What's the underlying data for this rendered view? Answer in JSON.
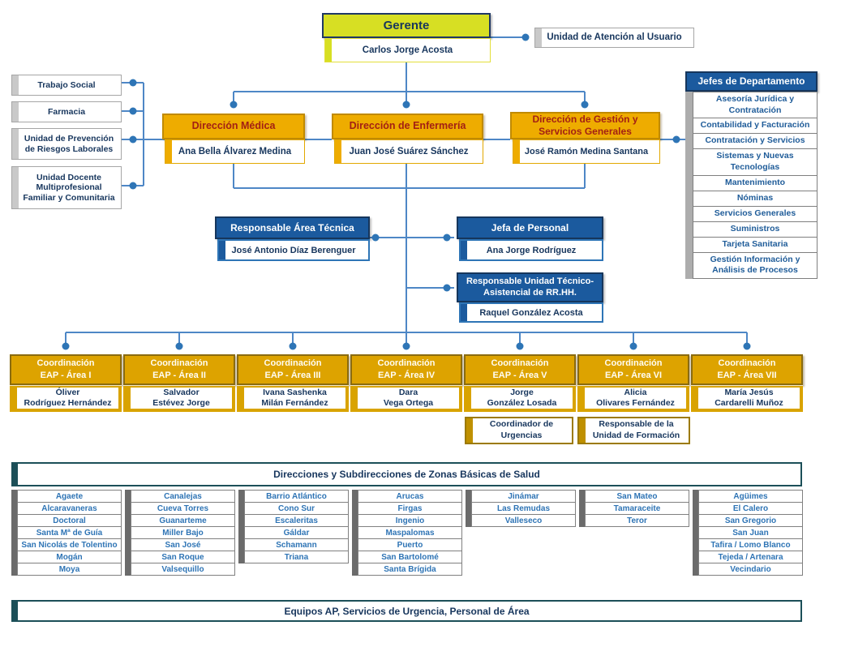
{
  "palette": {
    "lime": "#D7DF23",
    "gold": "#EEAC00",
    "gold_dark": "#8A6B10",
    "navy_text": "#17365D",
    "blue_header": "#1B5A9E",
    "red_title": "#A32014",
    "connector_blue": "#4E87C6",
    "teal_border": "#1C4F58",
    "zone_text_blue": "#2E74B5"
  },
  "gerente": {
    "title": "Gerente",
    "name": "Carlos Jorge Acosta"
  },
  "unidad_atencion": {
    "label": "Unidad de Atención al Usuario"
  },
  "unidades_staff_izquierda": [
    "Trabajo Social",
    "Farmacia",
    "Unidad de Prevención de Riesgos Laborales",
    "Unidad Docente Multiprofesional Familiar y Comunitaria"
  ],
  "direcciones": [
    {
      "title": "Dirección Médica",
      "name": "Ana Bella Álvarez Medina"
    },
    {
      "title": "Dirección de Enfermería",
      "name": "Juan José Suárez Sánchez"
    },
    {
      "title": "Dirección de Gestión y Servicios Generales",
      "name": "José Ramón Medina Santana"
    }
  ],
  "jefes_departamento": {
    "title": "Jefes de Departamento",
    "items": [
      "Asesoría Jurídica y Contratación",
      "Contabilidad y Facturación",
      "Contratación y Servicios",
      "Sistemas y Nuevas Tecnologías",
      "Mantenimiento",
      "Nóminas",
      "Servicios Generales",
      "Suministros",
      "Tarjeta Sanitaria",
      "Gestión Información y Análisis de Procesos"
    ]
  },
  "unidades_centrales": [
    {
      "title": "Responsable Área Técnica",
      "name": "José Antonio Díaz Berenguer"
    },
    {
      "title": "Jefa  de Personal",
      "name": "Ana Jorge Rodríguez"
    },
    {
      "title": "Responsable Unidad Técnico-Asistencial de RR.HH.",
      "name": "Raquel González Acosta"
    }
  ],
  "coordinaciones": [
    {
      "title_line1": "Coordinación",
      "title_line2": "EAP - Área I",
      "name_line1": "Óliver",
      "name_line2": "Rodríguez Hernández"
    },
    {
      "title_line1": "Coordinación",
      "title_line2": "EAP - Área II",
      "name_line1": "Salvador",
      "name_line2": "Estévez Jorge"
    },
    {
      "title_line1": "Coordinación",
      "title_line2": "EAP - Área III",
      "name_line1": "Ivana Sashenka",
      "name_line2": "Milán Fernández"
    },
    {
      "title_line1": "Coordinación",
      "title_line2": "EAP - Área IV",
      "name_line1": "Dara",
      "name_line2": "Vega Ortega"
    },
    {
      "title_line1": "Coordinación",
      "title_line2": "EAP - Área V",
      "name_line1": "Jorge",
      "name_line2": "González Losada"
    },
    {
      "title_line1": "Coordinación",
      "title_line2": "EAP - Área VI",
      "name_line1": "Alicia",
      "name_line2": "Olivares Fernández"
    },
    {
      "title_line1": "Coordinación",
      "title_line2": "EAP - Área VII",
      "name_line1": "María Jesús",
      "name_line2": "Cardarelli Muñoz"
    }
  ],
  "unidades_coordinacion": [
    {
      "label": "Coordinador de Urgencias"
    },
    {
      "label": "Responsable de la Unidad de Formación"
    }
  ],
  "banners": {
    "zonas": "Direcciones y Subdirecciones de Zonas Básicas de Salud",
    "equipos": "Equipos AP, Servicios de Urgencia, Personal de Área"
  },
  "zonas_basicas": {
    "columns": [
      [
        "Agaete",
        "Alcaravaneras",
        "Doctoral",
        "Santa Mª de Guía",
        "San Nicolás de Tolentino",
        "Mogán",
        "Moya"
      ],
      [
        "Canalejas",
        "Cueva Torres",
        "Guanarteme",
        "Miller Bajo",
        "San José",
        "San Roque",
        "Valsequillo"
      ],
      [
        "Barrio Atlántico",
        "Cono Sur",
        "Escaleritas",
        "Gáldar",
        "Schamann",
        "Triana"
      ],
      [
        "Arucas",
        "Firgas",
        "Ingenio",
        "Maspalomas",
        "Puerto",
        "San Bartolomé",
        "Santa Brígida"
      ],
      [
        "Jinámar",
        "Las Remudas",
        "Valleseco"
      ],
      [
        "San Mateo",
        "Tamaraceite",
        "Teror"
      ],
      [
        "Agüimes",
        "El Calero",
        "San Gregorio",
        "San Juan",
        "Tafira / Lomo Blanco",
        "Tejeda / Artenara",
        "Vecindario"
      ]
    ]
  }
}
